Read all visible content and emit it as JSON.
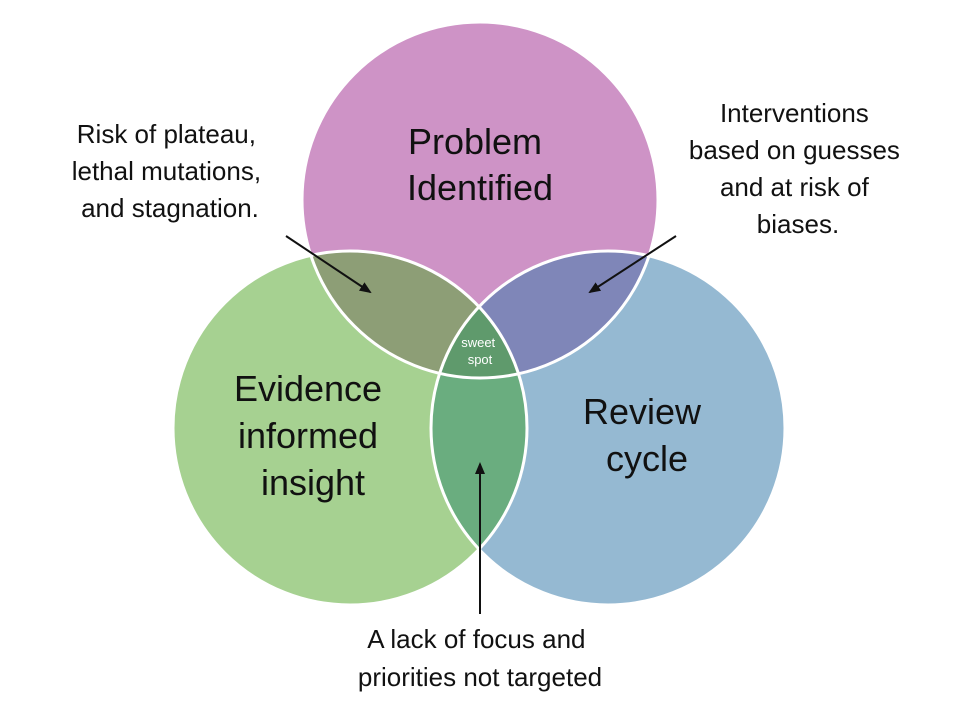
{
  "circles": {
    "problem": {
      "lines": [
        "Problem",
        "Identified"
      ],
      "color": "#CE93C6"
    },
    "evidence": {
      "lines": [
        "Evidence",
        "informed",
        "insight"
      ],
      "color": "#A6D191"
    },
    "review": {
      "lines": [
        "Review",
        "cycle"
      ],
      "color": "#95B9D2"
    }
  },
  "overlaps": {
    "problem_evidence_color": "#8D9E76",
    "problem_review_color": "#7F86B8",
    "evidence_review_color": "#6AAD7F",
    "center_color": "#5F9A6C"
  },
  "center": {
    "lines": [
      "sweet",
      "spot"
    ]
  },
  "callouts": {
    "left": {
      "lines": [
        "Risk of plateau,",
        "lethal mutations,",
        "and stagnation."
      ]
    },
    "right": {
      "lines": [
        "Interventions",
        "based on guesses",
        "and at risk of",
        "biases."
      ]
    },
    "bottom": {
      "lines": [
        "A lack of focus and",
        "priorities not targeted"
      ]
    }
  }
}
